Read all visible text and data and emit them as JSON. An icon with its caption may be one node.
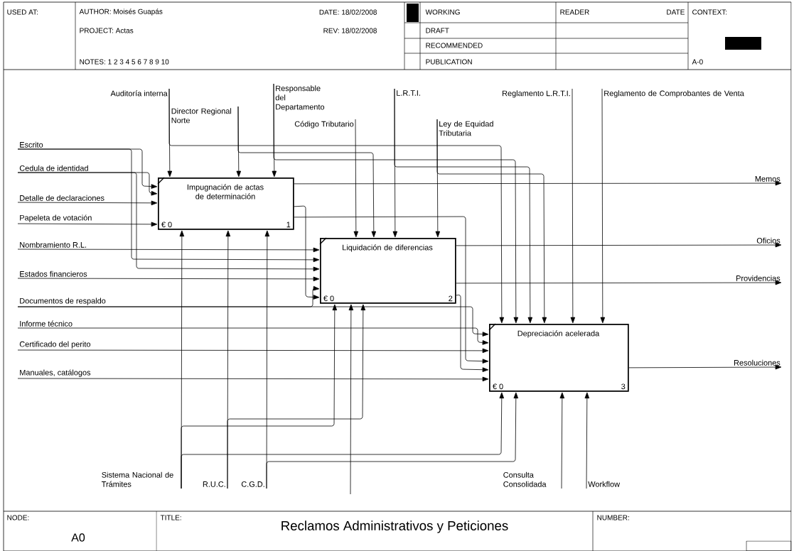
{
  "diagram": {
    "title": "Reclamos Administrativos y Peticiones",
    "nodes": [
      {
        "text": [
          "Impugnación de actas de determinación",
          "€ 0",
          "1"
        ]
      },
      {
        "text": [
          "Liquidación de diferencias",
          "€ 0",
          "2"
        ]
      },
      {
        "text": [
          "Depreciación acelerada",
          "€ 0",
          "3"
        ]
      },
      {
        "text": [
          "Escrito"
        ]
      },
      {
        "text": [
          "Cedula de identidad"
        ]
      },
      {
        "text": [
          "Detalle de declaraciones"
        ]
      },
      {
        "text": [
          "Papeleta de votación"
        ]
      },
      {
        "text": [
          "Nombramiento R.L."
        ]
      },
      {
        "text": [
          "Estados financieros"
        ]
      },
      {
        "text": [
          "Documentos de respaldo"
        ]
      },
      {
        "text": [
          "Informe técnico"
        ]
      },
      {
        "text": [
          "Certificado del perito"
        ]
      },
      {
        "text": [
          "Manuales, catálogos"
        ]
      },
      {
        "text": [
          "Auditoría interna"
        ]
      },
      {
        "text": [
          "Director Regional Norte"
        ]
      },
      {
        "text": [
          "Responsable del Departamento"
        ]
      },
      {
        "text": [
          "Código Tributario"
        ]
      },
      {
        "text": [
          "L.R.T.I."
        ]
      },
      {
        "text": [
          "Ley de Equidad Tributaria"
        ]
      },
      {
        "text": [
          "Reglamento L.R.T.I."
        ]
      },
      {
        "text": [
          "Reglamento de Comprobantes de Venta"
        ]
      },
      {
        "text": [
          "Memos"
        ]
      },
      {
        "text": [
          "Oficios"
        ]
      },
      {
        "text": [
          "Providencias"
        ]
      },
      {
        "text": [
          "Resoluciones"
        ]
      },
      {
        "text": [
          "Sistema Nacional de Trámites"
        ]
      },
      {
        "text": [
          "R.U.C."
        ]
      },
      {
        "text": [
          "C.G.D."
        ]
      },
      {
        "text": [
          "Consulta Consolidada"
        ]
      },
      {
        "text": [
          "Workflow"
        ]
      }
    ],
    "edges": [
      {
        "from": 3,
        "to": 0,
        "arrow": "to"
      },
      {
        "from": 3,
        "to": 1,
        "arrow": "to"
      },
      {
        "from": 4,
        "to": 0,
        "arrow": "to"
      },
      {
        "from": 4,
        "to": 1,
        "arrow": "to"
      },
      {
        "from": 5,
        "to": 0,
        "arrow": "to"
      },
      {
        "from": 6,
        "to": 0,
        "arrow": "to"
      },
      {
        "from": 7,
        "to": 1,
        "arrow": "to"
      },
      {
        "from": 8,
        "to": 1,
        "arrow": "to"
      },
      {
        "from": 9,
        "to": 1,
        "arrow": "to"
      },
      {
        "from": 9,
        "to": 2,
        "arrow": "to"
      },
      {
        "from": 10,
        "to": 2,
        "arrow": "to"
      },
      {
        "from": 11,
        "to": 2,
        "arrow": "to"
      },
      {
        "from": 12,
        "to": 2,
        "arrow": "to"
      },
      {
        "from": 0,
        "to": 1,
        "arrow": "to"
      },
      {
        "from": 0,
        "to": 2,
        "arrow": "to"
      },
      {
        "from": 1,
        "to": 2,
        "arrow": "to"
      },
      {
        "from": 13,
        "to": 0,
        "arrow": "to"
      },
      {
        "from": 13,
        "to": 2,
        "arrow": "to"
      },
      {
        "from": 14,
        "to": 0,
        "arrow": "to"
      },
      {
        "from": 14,
        "to": 1,
        "arrow": "to"
      },
      {
        "from": 15,
        "to": 0,
        "arrow": "to"
      },
      {
        "from": 15,
        "to": 2,
        "arrow": "to"
      },
      {
        "from": 16,
        "to": 1,
        "arrow": "to"
      },
      {
        "from": 17,
        "to": 1,
        "arrow": "to"
      },
      {
        "from": 17,
        "to": 2,
        "arrow": "to"
      },
      {
        "from": 18,
        "to": 1,
        "arrow": "to"
      },
      {
        "from": 18,
        "to": 2,
        "arrow": "to"
      },
      {
        "from": 19,
        "to": 2,
        "arrow": "to"
      },
      {
        "from": 20,
        "to": 2,
        "arrow": "to"
      },
      {
        "from": 0,
        "to": 21,
        "arrow": "to"
      },
      {
        "from": 1,
        "to": 22,
        "arrow": "to"
      },
      {
        "from": 1,
        "to": 23,
        "arrow": "to"
      },
      {
        "from": 2,
        "to": 24,
        "arrow": "to"
      },
      {
        "from": 25,
        "to": 0,
        "arrow": "to"
      },
      {
        "from": 25,
        "to": 1,
        "arrow": "to"
      },
      {
        "from": 25,
        "to": 2,
        "arrow": "to"
      },
      {
        "from": 26,
        "to": 0,
        "arrow": "to"
      },
      {
        "from": 26,
        "to": 1,
        "arrow": "to"
      },
      {
        "from": 27,
        "to": 0,
        "arrow": "to"
      },
      {
        "from": 27,
        "to": 2,
        "arrow": "to"
      },
      {
        "from": null,
        "to": 1,
        "arrow": "to"
      },
      {
        "from": 28,
        "to": 2,
        "arrow": "to"
      },
      {
        "from": 29,
        "to": 2,
        "arrow": "to"
      }
    ],
    "labels": [
      "USED AT:",
      "AUTHOR: Moisés Guapás",
      "DATE: 18/02/2008",
      "WORKING",
      "READER",
      "DATE",
      "CONTEXT:",
      "PROJECT: Actas",
      "REV: 18/02/2008",
      "DRAFT",
      "RECOMMENDED",
      "NOTES: 1 2 3 4 5 6 7 8 9 10",
      "PUBLICATION",
      "A-0",
      "NODE:",
      "A0",
      "TITLE:",
      "NUMBER:"
    ]
  }
}
